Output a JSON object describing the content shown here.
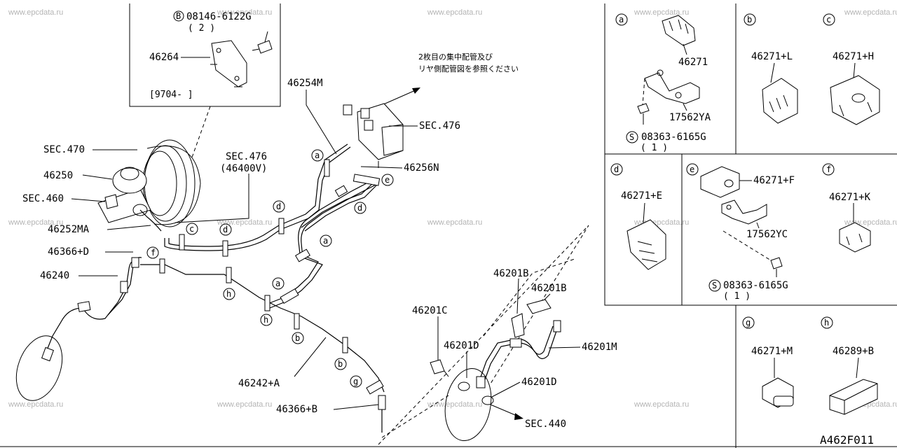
{
  "watermark": "www.epcdata.ru",
  "diagram_code": "A462F011",
  "note_lines": [
    "2枚目の集中配管及び",
    "リヤ側配管図を参照ください"
  ],
  "inset_top": {
    "bolt_label": "08146-6122G",
    "bolt_symbol": "B",
    "bolt_qty": "( 2 )",
    "part_label": "46264",
    "date_range": "[9704-      ]"
  },
  "labels": {
    "sec470": "SEC.470",
    "sec476_a": "SEC.476",
    "sec476_b": "SEC.476",
    "sec476_b_sub": "(46400V)",
    "sec460": "SEC.460",
    "sec440": "SEC.440",
    "p46250": "46250",
    "p46252MA": "46252MA",
    "p46366D": "46366+D",
    "p46240": "46240",
    "p46254M": "46254M",
    "p46256N": "46256N",
    "p46242A": "46242+A",
    "p46366B": "46366+B",
    "p46201C": "46201C",
    "p46201D_a": "46201D",
    "p46201D_b": "46201D",
    "p46201B_a": "46201B",
    "p46201B_b": "46201B",
    "p46201M": "46201M"
  },
  "clip_markers": {
    "a": "a",
    "b": "b",
    "c": "c",
    "d": "d",
    "e": "e",
    "f": "f",
    "g": "g",
    "h": "h"
  },
  "panels": {
    "a": {
      "letter": "a",
      "part": "46271",
      "bracket": "17562YA",
      "bolt": "08363-6165G",
      "bolt_symbol": "S",
      "qty": "( 1 )"
    },
    "b": {
      "letter": "b",
      "part": "46271+L"
    },
    "c": {
      "letter": "c",
      "part": "46271+H"
    },
    "d": {
      "letter": "d",
      "part": "46271+E"
    },
    "e": {
      "letter": "e",
      "part": "46271+F",
      "bracket": "17562YC",
      "bolt": "08363-6165G",
      "bolt_symbol": "S",
      "qty": "( 1 )"
    },
    "f": {
      "letter": "f",
      "part": "46271+K"
    },
    "g": {
      "letter": "g",
      "part": "46271+M"
    },
    "h": {
      "letter": "h",
      "part": "46289+B"
    }
  }
}
